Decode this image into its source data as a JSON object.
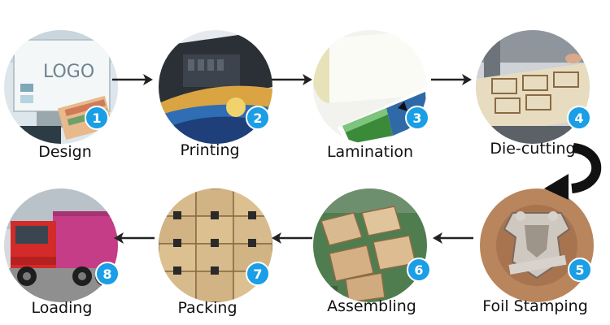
{
  "accent": "#1a9ee6",
  "steps": [
    {
      "number": "1",
      "label": "Design",
      "icon": "design-monitor-logo-icon"
    },
    {
      "number": "2",
      "label": "Printing",
      "icon": "printer-icon"
    },
    {
      "number": "3",
      "label": "Lamination",
      "icon": "lamination-roll-icon"
    },
    {
      "number": "4",
      "label": "Die-cutting",
      "icon": "die-cutter-icon"
    },
    {
      "number": "5",
      "label": "Foil Stamping",
      "icon": "foil-stamp-icon"
    },
    {
      "number": "6",
      "label": "Assembling",
      "icon": "box-assembly-icon"
    },
    {
      "number": "7",
      "label": "Packing",
      "icon": "packed-cartons-icon"
    },
    {
      "number": "8",
      "label": "Loading",
      "icon": "truck-icon"
    }
  ],
  "logo_text": "LOGO"
}
